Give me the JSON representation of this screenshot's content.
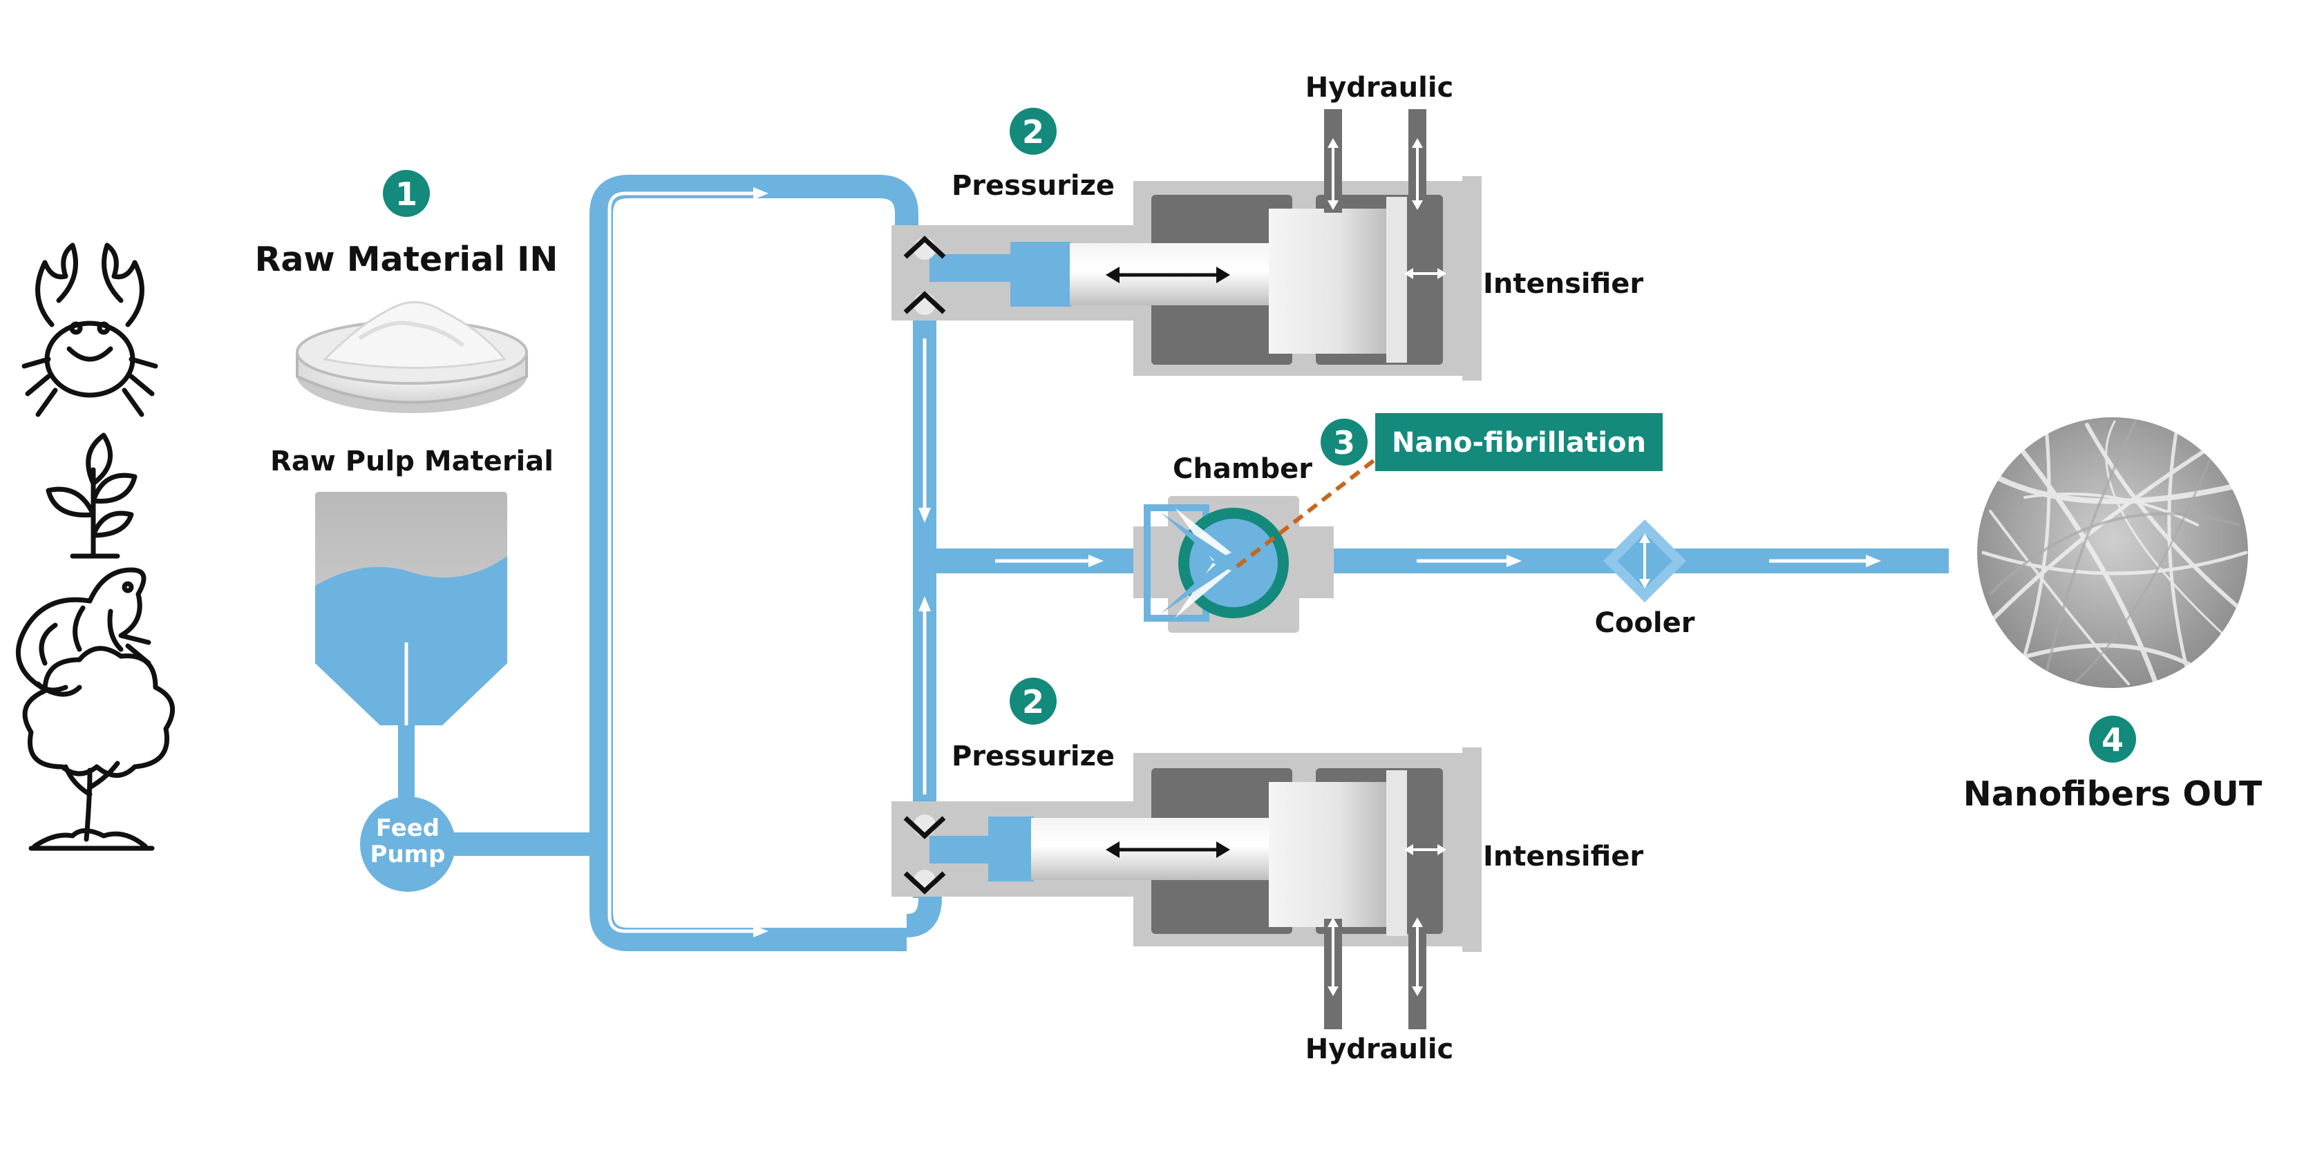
{
  "colors": {
    "flow": "#6cb3df",
    "teal": "#138a7b",
    "housing_light": "#c8c8c8",
    "housing_dark": "#6f6f6f",
    "orange_leader": "#c8661e"
  },
  "icons": [
    "crab-icon",
    "plant-icon",
    "shrimp-icon",
    "tree-icon"
  ],
  "steps": {
    "raw_material": {
      "number": "1",
      "title": "Raw Material IN"
    },
    "pressurize_top": {
      "number": "2",
      "title": "Pressurize"
    },
    "pressurize_bottom": {
      "number": "2",
      "title": "Pressurize"
    },
    "nano": {
      "number": "3",
      "title": "Nano-fibrillation"
    },
    "nanofibers": {
      "number": "4",
      "title": "Nanofibers OUT"
    }
  },
  "labels": {
    "raw_pulp": "Raw Pulp Material",
    "feed_pump_line1": "Feed",
    "feed_pump_line2": "Pump",
    "hydraulic_top": "Hydraulic",
    "hydraulic_bottom": "Hydraulic",
    "intensifier_top": "Intensifier",
    "intensifier_bottom": "Intensifier",
    "chamber": "Chamber",
    "cooler": "Cooler"
  }
}
